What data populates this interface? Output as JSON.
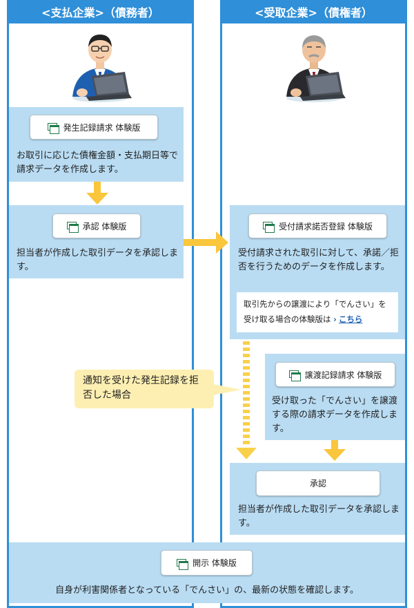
{
  "payer": {
    "header": "<支払企業>（債務者）",
    "step1": {
      "button_label": "発生記録請求 体験版",
      "description": "お取引に応じた債権金額・支払期日等で請求データを作成します。"
    },
    "step2": {
      "button_label": "承認 体験版",
      "description": "担当者が作成した取引データを承認します。"
    }
  },
  "receiver": {
    "header": "<受取企業>（債権者）",
    "step1": {
      "button_label": "受付請求諾否登録 体験版",
      "description": "受付請求された取引に対して、承諾／拒否を行うためのデータを作成します。",
      "note_text": "取引先からの譲渡により「でんさい」を受け取る場合の体験版は",
      "note_link": "こちら"
    },
    "step2": {
      "button_label": "譲渡記録請求 体験版",
      "description": "受け取った「でんさい」を譲渡する際の請求データを作成します。"
    },
    "step3": {
      "button_label": "承認",
      "description": "担当者が作成した取引データを承認します。"
    }
  },
  "callout": {
    "text": "通知を受けた発生記録を拒否した場合"
  },
  "shared": {
    "button_label": "開示 体験版",
    "description": "自身が利害関係者となっている「でんさい」の、最新の状態を確認します。"
  },
  "colors": {
    "frame": "#2f8fd8",
    "panel": "#b9dcf3",
    "arrow": "#f9c63c",
    "callout": "#fdefb2",
    "icon": "#1f7a4a"
  },
  "icons": {
    "button": "window-icon",
    "link": "chevron-right-icon",
    "person_left": "businessman-laptop-illustration",
    "person_right": "senior-businessman-laptop-illustration"
  }
}
